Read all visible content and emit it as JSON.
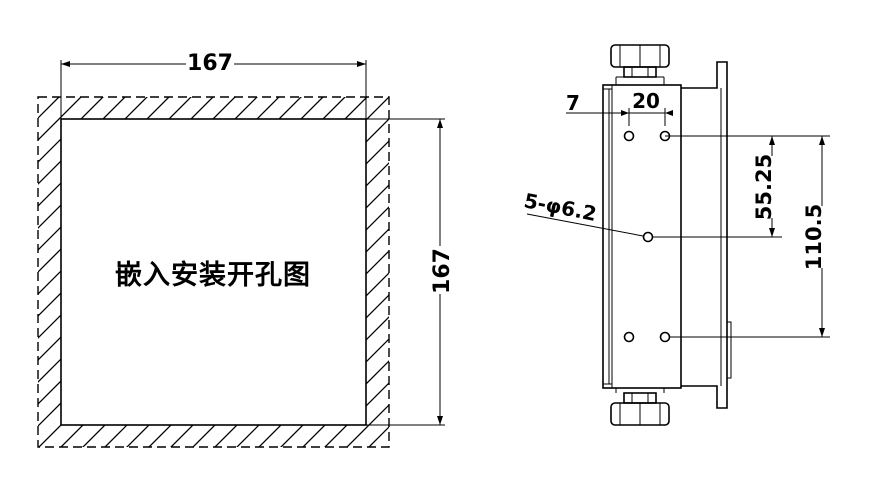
{
  "cutout": {
    "title": "嵌入安装开孔图",
    "width_label": "167",
    "height_label": "167"
  },
  "side_view": {
    "dim_7": "7",
    "dim_20": "20",
    "dim_55": "55.25",
    "dim_110": "110.5",
    "hole_spec": "5-φ6.2"
  }
}
